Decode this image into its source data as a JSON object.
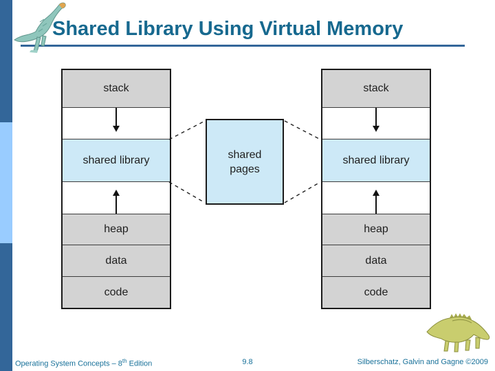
{
  "title": "Shared Library Using Virtual Memory",
  "diagram": {
    "center_box": {
      "line1": "shared",
      "line2": "pages"
    },
    "columns": [
      {
        "name": "left-process-memory",
        "segments": [
          {
            "label": "stack"
          },
          {
            "label": "",
            "arrow": "down"
          },
          {
            "label": "shared library"
          },
          {
            "label": "",
            "arrow": "up"
          },
          {
            "label": "heap"
          },
          {
            "label": "data"
          },
          {
            "label": "code"
          }
        ]
      },
      {
        "name": "right-process-memory",
        "segments": [
          {
            "label": "stack"
          },
          {
            "label": "",
            "arrow": "down"
          },
          {
            "label": "shared library"
          },
          {
            "label": "",
            "arrow": "up"
          },
          {
            "label": "heap"
          },
          {
            "label": "data"
          },
          {
            "label": "code"
          }
        ]
      }
    ]
  },
  "footer": {
    "left": {
      "pre": "Operating System Concepts – 8",
      "sup": "th",
      "post": " Edition"
    },
    "page_number": "9.8",
    "right": "Silberschatz, Galvin and Gagne ©2009"
  },
  "icons": {
    "top_left": "dinosaur-logo",
    "bottom_right": "dinosaur-mascot",
    "gap_arrows": [
      "down-arrow",
      "up-arrow"
    ]
  },
  "colors": {
    "title_text": "#17698F",
    "underline": "#336699",
    "sidebar_dark": "#336699",
    "sidebar_light": "#99CCFF",
    "segment_gray": "#D3D3D3",
    "segment_blue": "#CDE9F7",
    "diagram_border": "#1A1A1A",
    "footer_text": "#177099"
  }
}
